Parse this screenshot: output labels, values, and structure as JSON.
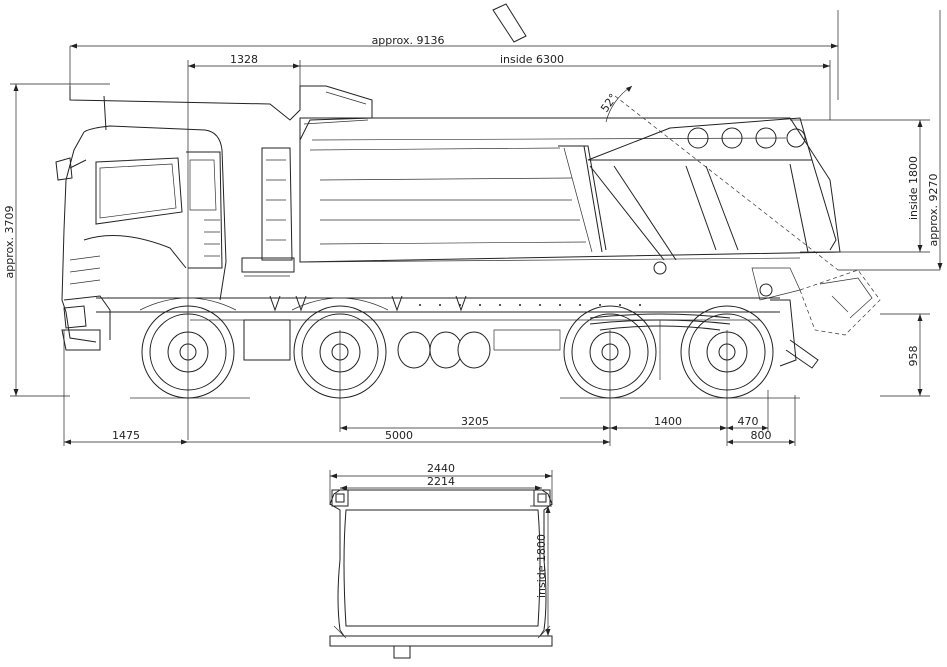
{
  "side_view": {
    "overall_length": "approx. 9136",
    "cab_to_body": "1328",
    "body_inside_length": "inside 6300",
    "tip_angle": "52°",
    "overall_height": "approx. 3709",
    "body_inside_height": "inside 1800",
    "tipped_height": "approx. 9270",
    "sill_height": "958",
    "front_overhang": "1475",
    "wheelbase": "5000",
    "axle_spacing_mid": "3205",
    "rear_axle_spacing": "1400",
    "rear_overhang_a": "470",
    "rear_overhang_b": "800"
  },
  "rear_view": {
    "outer_width": "2440",
    "inner_width": "2214",
    "inside_height": "inside 1800"
  }
}
